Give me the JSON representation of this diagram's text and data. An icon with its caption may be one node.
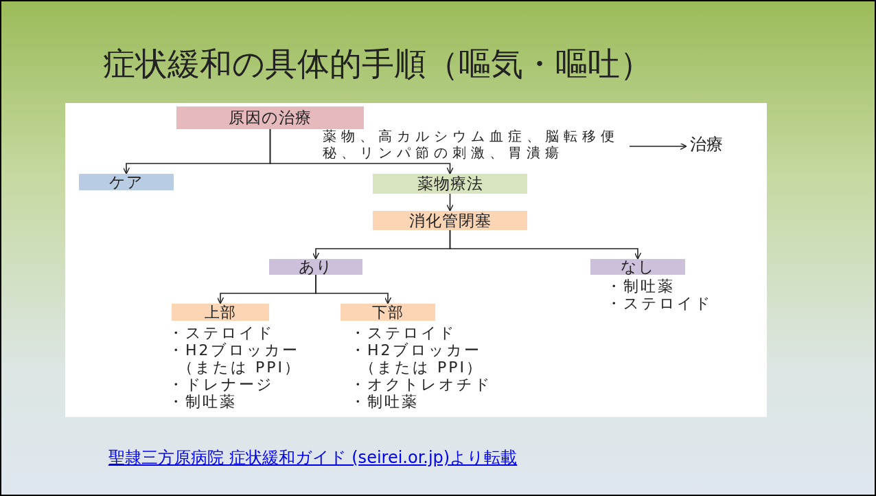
{
  "diagram": {
    "title": "症状緩和の具体的手順（嘔気・嘔吐）",
    "nodes": [
      {
        "text": [
          "原因の治療"
        ]
      },
      {
        "text": [
          "薬物、高カルシウム血症、脳転移便秘、リンパ節の刺激、胃潰瘍"
        ]
      },
      {
        "text": [
          "治療"
        ]
      },
      {
        "text": [
          "ケア"
        ]
      },
      {
        "text": [
          "薬物療法"
        ]
      },
      {
        "text": [
          "消化管閉塞"
        ]
      },
      {
        "text": [
          "あり"
        ]
      },
      {
        "text": [
          "なし"
        ],
        "beside": [
          "・制吐薬",
          "・ステロイド"
        ]
      },
      {
        "text": [
          "上部"
        ],
        "beside": [
          "・ステロイド",
          "・H2ブロッカー（または PPI）",
          "・ドレナージ",
          "・制吐薬"
        ]
      },
      {
        "text": [
          "下部"
        ],
        "beside": [
          "・ステロイド",
          "・H2ブロッカー（または PPI）",
          "・オクトレオチド",
          "・制吐薬"
        ]
      }
    ],
    "edges": [
      {
        "from": 0,
        "to": 3,
        "arrow": "to"
      },
      {
        "from": 0,
        "to": 4,
        "arrow": "to"
      },
      {
        "from": 1,
        "to": 2,
        "arrow": "to"
      },
      {
        "from": 4,
        "to": 5,
        "arrow": "to"
      },
      {
        "from": 5,
        "to": 6,
        "arrow": "to"
      },
      {
        "from": 5,
        "to": 7,
        "arrow": "to"
      },
      {
        "from": 6,
        "to": 8,
        "arrow": "to"
      },
      {
        "from": 6,
        "to": 9,
        "arrow": "to"
      }
    ],
    "caption": "聖隷三方原病院 症状緩和ガイド (seirei.or.jp)より転載"
  }
}
